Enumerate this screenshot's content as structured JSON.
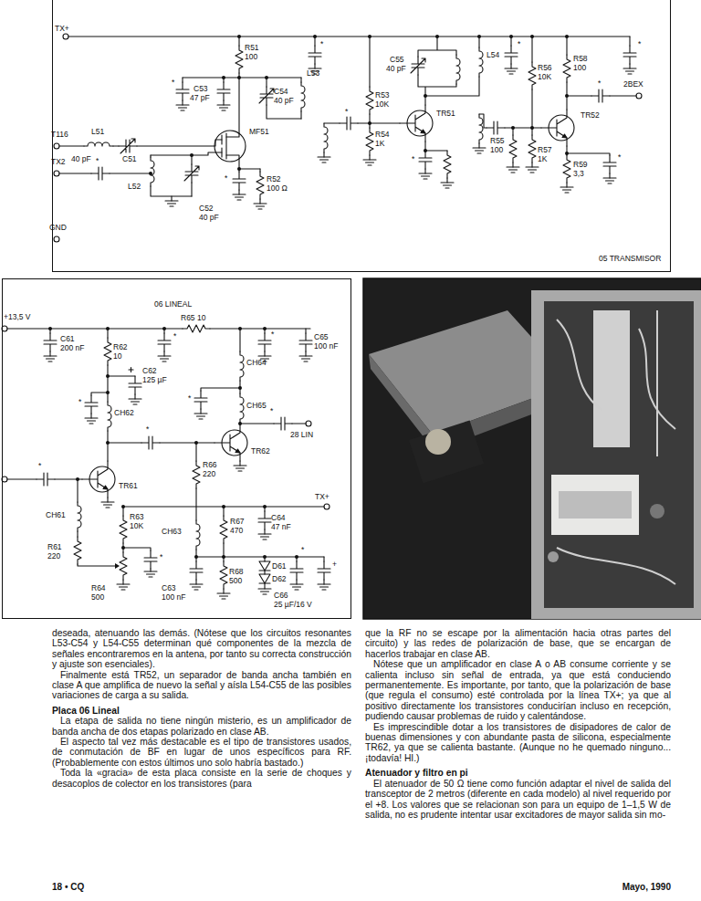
{
  "diagram": {
    "nodes": [
      {
        "text": [
          "05 TRANSMISOR"
        ]
      },
      {
        "text": [
          "06 LINEAL"
        ]
      }
    ],
    "labels": [
      "TX+",
      "R51",
      "100",
      "*",
      "*",
      "C53",
      "47 pF",
      "C54",
      "40 pF",
      "L53",
      "T116",
      "L51",
      "40 pF",
      "C51",
      "MF51",
      "*",
      "R53",
      "10K",
      "R54",
      "1K",
      "C55",
      "40 pF",
      "TR51",
      "*",
      "L54",
      "*",
      "R56",
      "10K",
      "R58",
      "100",
      "*",
      "*",
      "2BEX",
      "TR52",
      "*",
      "TX2",
      "L52",
      "*",
      "R52",
      "100 Ω",
      "R55",
      "100",
      "R57",
      "1K",
      "R59",
      "3,3",
      "*",
      "C52",
      "40 pF",
      "GND",
      "+13,5 V",
      "R65 10",
      "C61",
      "200 nF",
      "R62",
      "10",
      "*",
      "C62",
      "125 µF",
      "*",
      "C65",
      "100 nF",
      "CH64",
      "*",
      "*",
      "CH62",
      "CH65",
      "*",
      "28 LIN",
      "*",
      "TR62",
      "*",
      "TR61",
      "R66",
      "220",
      "TX+",
      "CH61",
      "R63",
      "10K",
      "R67",
      "470",
      "C64",
      "47 nF",
      "CH63",
      "*",
      "R61",
      "220",
      "+",
      "*",
      "R68",
      "500",
      "D61",
      "D62",
      "R64",
      "500",
      "C63",
      "100 nF",
      "C66",
      "25 µF/16 V",
      "deseada, atenuando las demás. (Nótese que los circuitos resonantes L53-C54 y L54-C55 determinan qué componentes de la mezcla de señales encontraremos en la antena, por tanto su correcta construcción y ajuste son esenciales).",
      "Finalmente está TR52, un separador de banda ancha también en clase A que amplifica de nuevo la señal y aísla L54-C55 de las posibles variaciones de carga a su salida.",
      "Placa 06 Lineal",
      "La etapa de salida no tiene ningún misterio, es un amplificador de banda ancha de dos etapas polarizado en clase AB.",
      "El aspecto tal vez más destacable es el tipo de transistores usados, de conmutación de BF en lugar de unos específicos para RF. (Probablemente con estos últimos uno solo habría bastado.)",
      "Toda la «gracia» de esta placa consiste en la serie de choques y desacoplos de colector en los transistores (para",
      "que la RF no se escape por la alimentación hacia otras partes del circuito) y las redes de polarización de base, que se encargan de hacerlos trabajar en clase AB.",
      "Nótese que un amplificador en clase A o AB consume corriente y se calienta incluso sin señal de entrada, ya que está conduciendo permanentemente. Es importante, por tanto, que la polarización de base (que regula el consumo) esté controlada por la línea TX+; ya que al positivo directamente los transistores conducirían incluso en recepción, pudiendo causar problemas de ruido y calentándose.",
      "Es imprescindible dotar a los transistores de disipadores de calor de buenas dimensiones y con abundante pasta de silicona, especialmente TR62, ya que se calienta bastante. (Aunque no he quemado ninguno... ¡todavía! HI.)",
      "Atenuador y filtro en pi",
      "El atenuador de 50 Ω tiene como función adaptar el nivel de salida del transceptor de 2 metros (diferente en cada modelo) al nivel requerido por el +8. Los valores que se relacionan son para un equipo de 1–1,5 W de salida, no es prudente intentar usar excitadores de mayor salida sin mo-",
      "18 • CQ",
      "Mayo, 1990"
    ]
  }
}
